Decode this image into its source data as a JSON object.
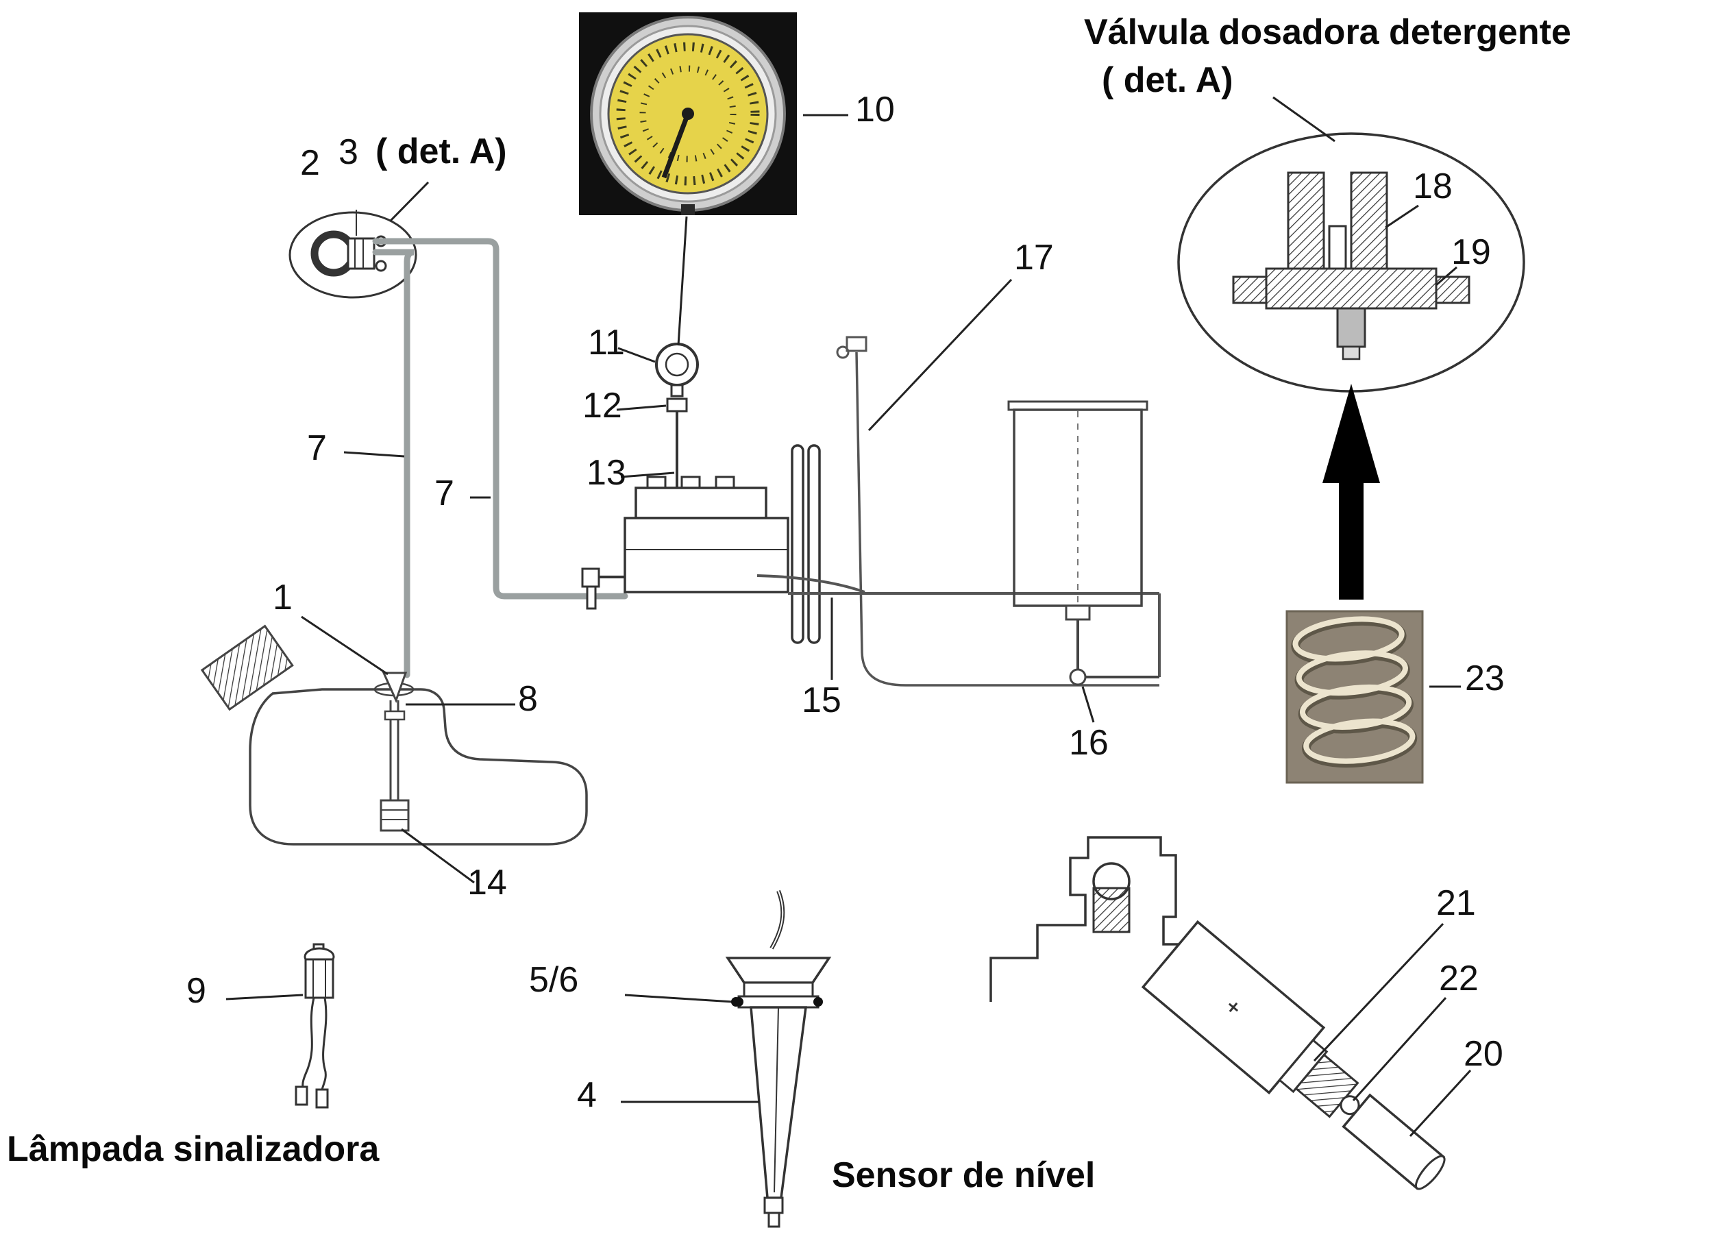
{
  "headings": {
    "valve_title": "Válvula dosadora detergente",
    "valve_subtitle": "( det. A)",
    "left_detail": "( det. A)",
    "lamp": "Lâmpada sinalizadora",
    "level_sensor": "Sensor de nível"
  },
  "parts": {
    "p1": "1",
    "p2": "2",
    "p3": "3",
    "p4": "4",
    "p5_6": "5/6",
    "p7": "7",
    "p8": "8",
    "p9": "9",
    "p10": "10",
    "p11": "11",
    "p12": "12",
    "p13": "13",
    "p14": "14",
    "p15": "15",
    "p16": "16",
    "p17": "17",
    "p18": "18",
    "p19": "19",
    "p20": "20",
    "p21": "21",
    "p22": "22",
    "p23": "23"
  },
  "colors": {
    "line": "#2b2b2b",
    "pipe": "#9aa0a0",
    "gauge_face": "#e6d34a",
    "gauge_bg": "#101010",
    "spring_bg": "#8d8374"
  }
}
